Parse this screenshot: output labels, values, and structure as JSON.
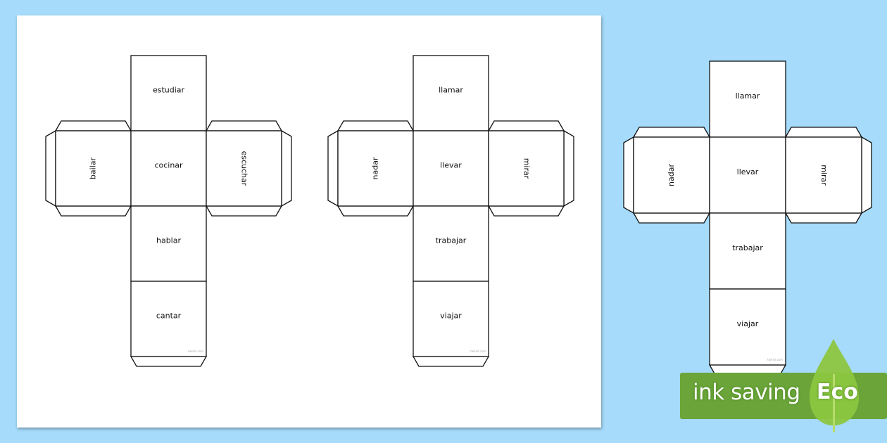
{
  "watermark": "twinkl.com",
  "nets": [
    {
      "top": "estudiar",
      "left": "bailar",
      "center": "cocinar",
      "right": "escuchar",
      "bottom1": "hablar",
      "bottom2": "cantar"
    },
    {
      "top": "llamar",
      "left": "nadar",
      "center": "llevar",
      "right": "mirar",
      "bottom1": "trabajar",
      "bottom2": "viajar"
    },
    {
      "top": "llamar",
      "left": "nadar",
      "center": "llevar",
      "right": "mirar",
      "bottom1": "trabajar",
      "bottom2": "viajar"
    }
  ],
  "badge": {
    "label": "ink saving",
    "eco": "Eco",
    "colors": {
      "banner": "#6ba53a",
      "leaf": "#8cc63f"
    }
  }
}
